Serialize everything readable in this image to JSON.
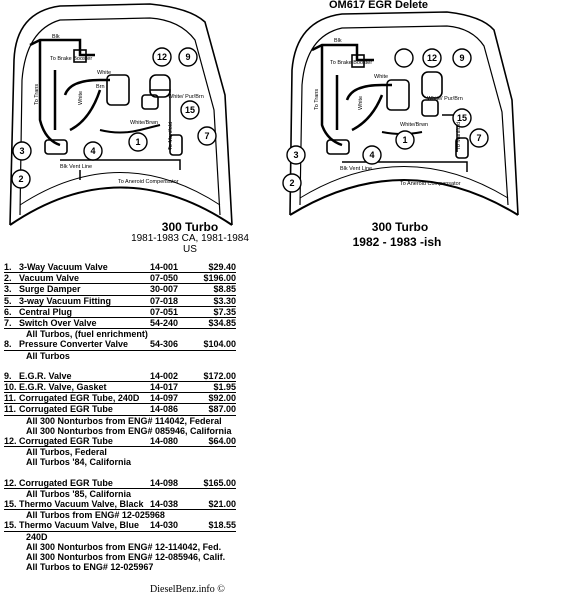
{
  "left_diagram": {
    "title": "300 Turbo",
    "subtitle": "1981-1983 CA, 1981-1984 US",
    "labels": {
      "blk_top": "Blk",
      "to_brake_booster": "To Brake Booster",
      "white": "White",
      "white_vert": "White",
      "to_trans": "To Trans",
      "white_pur_brn": "White/ Pur/Brn",
      "white_brwn": "White/Brwn",
      "to_manifold": "To Manifold",
      "blk_vent": "Blk Vent Line",
      "to_aneroid": "To Aneroid Compensator",
      "brn": "Brn"
    },
    "callouts": [
      "1",
      "2",
      "3",
      "4",
      "7",
      "9",
      "12",
      "15"
    ]
  },
  "right_diagram": {
    "heading": "OM617 EGR Delete",
    "title": "300 Turbo",
    "subtitle": "1982 - 1983 -ish",
    "labels": {
      "blk_top": "Blk",
      "to_brake_booster": "To Brake Booster",
      "white": "White",
      "white_vert": "White",
      "to_trans": "To Trans",
      "white_pur_brn": "White/ Pur/Brn",
      "white_brwn": "White/Brwn",
      "to_manifold": "To Manifold",
      "blk_vent": "Blk Vent Line",
      "to_aneroid": "To Aneroid Compensator"
    },
    "callouts": [
      "1",
      "2",
      "3",
      "4",
      "7",
      "9",
      "12",
      "15"
    ]
  },
  "parts": [
    {
      "num": "1.",
      "name": "3-Way Vacuum Valve",
      "pn": "14-001",
      "price": "$29.40"
    },
    {
      "num": "2.",
      "name": "Vacuum Valve",
      "pn": "07-050",
      "price": "$196.00"
    },
    {
      "num": "3.",
      "name": "Surge Damper",
      "pn": "30-007",
      "price": "$8.85"
    },
    {
      "num": "5.",
      "name": "3-way Vacuum Fitting",
      "pn": "07-018",
      "price": "$3.30"
    },
    {
      "num": "6.",
      "name": "Central Plug",
      "pn": "07-051",
      "price": "$7.35"
    },
    {
      "num": "7.",
      "name": "Switch Over Valve",
      "pn": "54-240",
      "price": "$34.85",
      "sub": [
        "All Turbos, (fuel enrichment)"
      ]
    },
    {
      "num": "8.",
      "name": "Pressure Converter Valve",
      "pn": "54-306",
      "price": "$104.00",
      "sub": [
        "All Turbos"
      ]
    },
    {
      "num": "9.",
      "name": "E.G.R. Valve",
      "pn": "14-002",
      "price": "$172.00"
    },
    {
      "num": "10.",
      "name": "E.G.R. Valve, Gasket",
      "pn": "14-017",
      "price": "$1.95"
    },
    {
      "num": "11.",
      "name": "Corrugated EGR Tube, 240D",
      "pn": "14-097",
      "price": "$92.00"
    },
    {
      "num": "11.",
      "name": "Corrugated EGR Tube",
      "pn": "14-086",
      "price": "$87.00",
      "sub": [
        "All 300 Nonturbos from ENG# 114042, Federal",
        "All 300 Nonturbos from ENG# 085946, California"
      ]
    },
    {
      "num": "12.",
      "name": "Corrugated EGR Tube",
      "pn": "14-080",
      "price": "$64.00",
      "sub": [
        "All Turbos, Federal",
        "All Turbos '84, California"
      ]
    },
    {
      "num": "12.",
      "name": "Corrugated EGR Tube",
      "pn": "14-098",
      "price": "$165.00",
      "sub": [
        "All Turbos '85, California"
      ]
    },
    {
      "num": "15.",
      "name": "Thermo Vacuum Valve, Black",
      "pn": "14-038",
      "price": "$21.00",
      "sub": [
        "All Turbos from ENG# 12-025968"
      ]
    },
    {
      "num": "15.",
      "name": "Thermo Vacuum Valve, Blue",
      "pn": "14-030",
      "price": "$18.55",
      "sub": [
        "240D",
        "All 300 Nonturbos from ENG# 12-114042, Fed.",
        "All 300 Nonturbos from ENG# 12-085946, Calif.",
        "All Turbos to ENG# 12-025967"
      ]
    }
  ],
  "credit": "DieselBenz.info ©"
}
